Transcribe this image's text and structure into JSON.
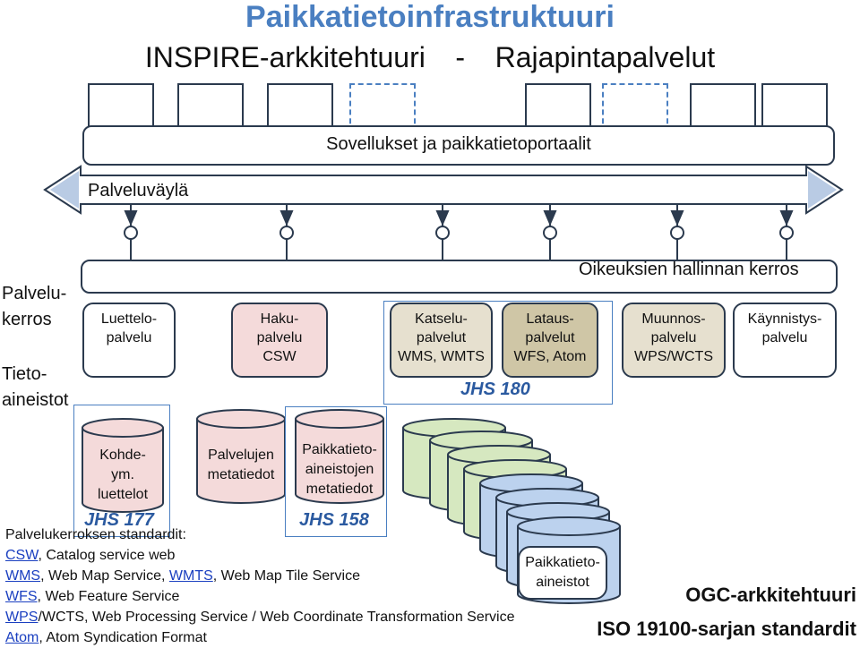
{
  "title": "Paikkatietoinfrastruktuuri",
  "subtitle": {
    "left": "INSPIRE-arkkitehtuuri",
    "sep": "-",
    "right": "Rajapintapalvelut"
  },
  "applications_bar": "Sovellukset   ja   paikkatietoportaalit",
  "service_bus": "Palveluväylä",
  "rights_layer": "Oikeuksien hallinnan kerros",
  "side_labels": {
    "service_layer": [
      "Palvelu-",
      "kerros"
    ],
    "data": [
      "Tieto-",
      "aineistot"
    ]
  },
  "services": [
    {
      "lines": [
        "Luettelo-",
        "palvelu"
      ]
    },
    {
      "lines": [
        "Haku-",
        "palvelu",
        "CSW"
      ]
    },
    {
      "lines": [
        "Katselu-",
        "palvelut",
        "WMS, WMTS"
      ]
    },
    {
      "lines": [
        "Lataus-",
        "palvelut",
        "WFS, Atom"
      ]
    },
    {
      "lines": [
        "Muunnos-",
        "palvelu",
        "WPS/WCTS"
      ]
    },
    {
      "lines": [
        "Käynnistys-",
        "palvelu"
      ]
    }
  ],
  "jhs_labels": {
    "jhs180": "JHS 180",
    "jhs177": "JHS 177",
    "jhs158": "JHS 158"
  },
  "metadata": [
    {
      "lines": [
        "Kohde-",
        "ym.",
        "luettelot"
      ]
    },
    {
      "lines": [
        "Palvelujen",
        "metatiedot"
      ]
    },
    {
      "lines": [
        "Paikkatieto-",
        "aineistojen",
        "metatiedot"
      ]
    }
  ],
  "datasets_label": [
    "Paikkatieto-",
    "aineistot"
  ],
  "standards": {
    "heading": "Palvelukerroksen standardit:",
    "rows": [
      [
        {
          "link": "CSW"
        },
        {
          "text": ", Catalog service web"
        }
      ],
      [
        {
          "link": "WMS"
        },
        {
          "text": ", Web Map Service, "
        },
        {
          "link": "WMTS"
        },
        {
          "text": ", Web Map Tile Service"
        }
      ],
      [
        {
          "link": "WFS"
        },
        {
          "text": ", Web Feature Service"
        }
      ],
      [
        {
          "link": "WPS"
        },
        {
          "text": "/WCTS, Web Processing Service / Web Coordinate Transformation Service"
        }
      ],
      [
        {
          "link": "Atom"
        },
        {
          "text": ", Atom Syndication Format"
        }
      ]
    ]
  },
  "footer": {
    "ogc": "OGC-arkkitehtuuri",
    "iso": "ISO 19100-sarjan standardit"
  },
  "colors": {
    "title": "#4a7fc1",
    "jhs": "#2b5aa0",
    "pink": "#f4dada",
    "beige": "#e6e0cf",
    "tan": "#cfc6a6",
    "green": "#d6e8c0",
    "blue": "#bcd2ee",
    "stroke": "#2b3a4e",
    "link": "#1a3fc0"
  }
}
